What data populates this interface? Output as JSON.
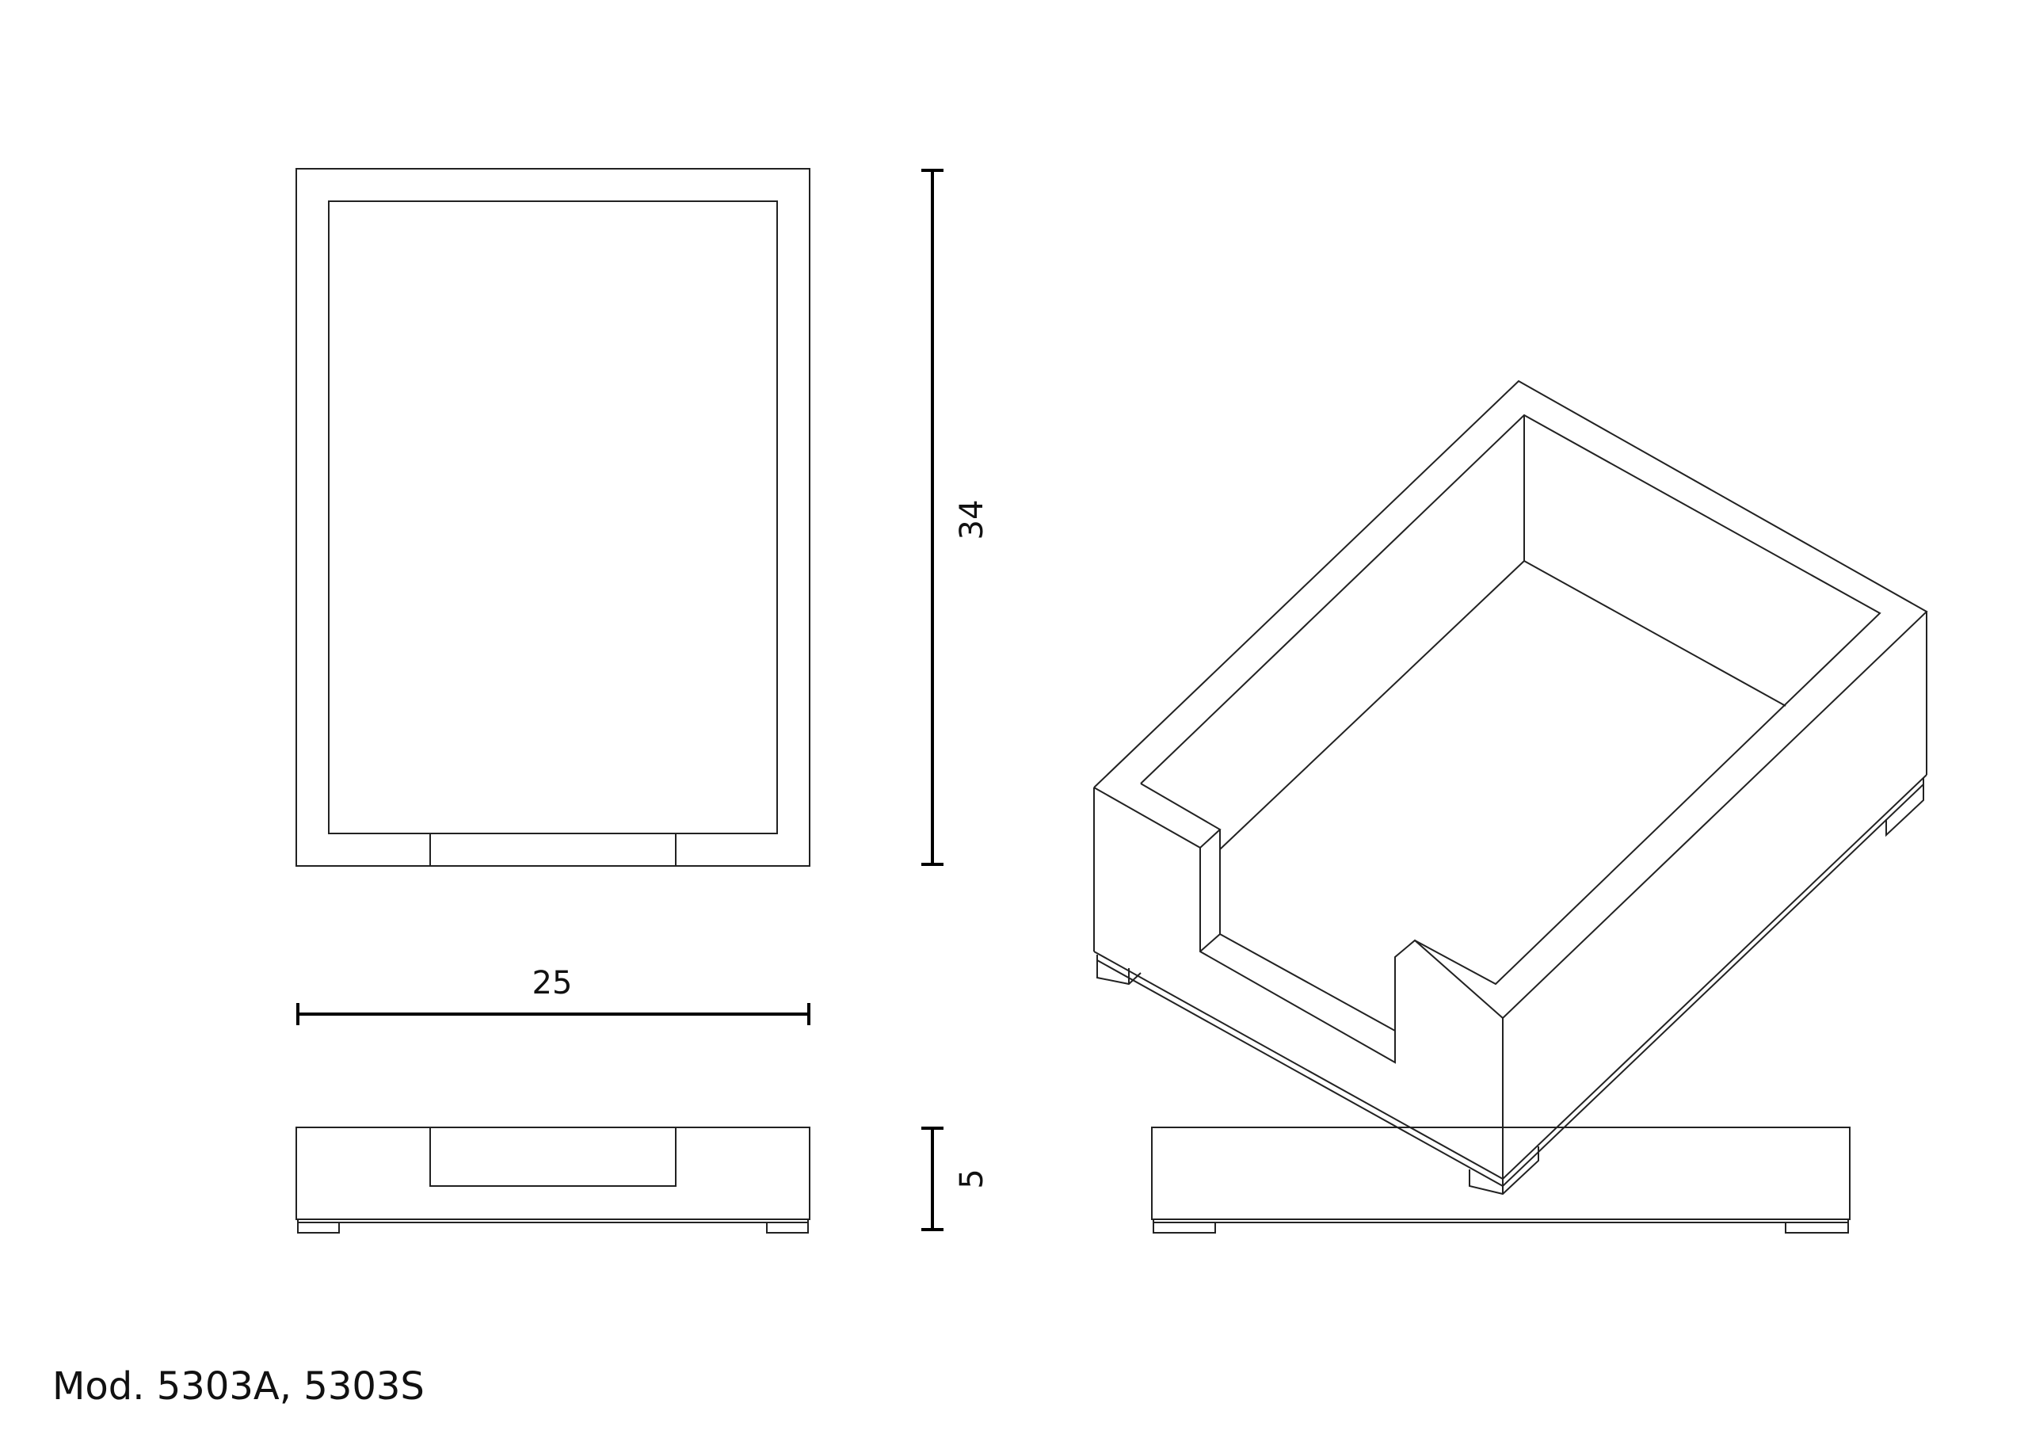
{
  "dimensions": {
    "height": "34",
    "width": "25",
    "depth": "5"
  },
  "caption": "Mod. 5303A, 5303S"
}
